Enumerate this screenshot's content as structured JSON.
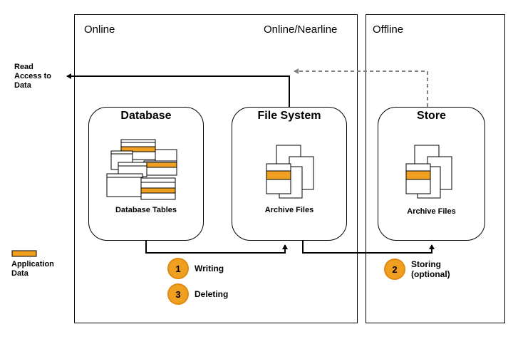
{
  "zones": {
    "online": "Online",
    "online_nearline": "Online/Nearline",
    "offline": "Offline"
  },
  "left": {
    "read_access": [
      "Read",
      "Access to",
      "Data"
    ],
    "legend": [
      "Application",
      "Data"
    ]
  },
  "boxes": {
    "database": {
      "title": "Database",
      "caption": "Database Tables"
    },
    "filesystem": {
      "title": "File System",
      "caption": "Archive Files"
    },
    "store": {
      "title": "Store",
      "caption": "Archive Files"
    }
  },
  "steps": [
    {
      "number": "1",
      "label": [
        "Writing"
      ]
    },
    {
      "number": "3",
      "label": [
        "Deleting"
      ]
    },
    {
      "number": "2",
      "label": [
        "Storing",
        "(optional)"
      ]
    }
  ],
  "colors": {
    "application_data": "#f0a020",
    "dashed_arrow": "#808080"
  }
}
